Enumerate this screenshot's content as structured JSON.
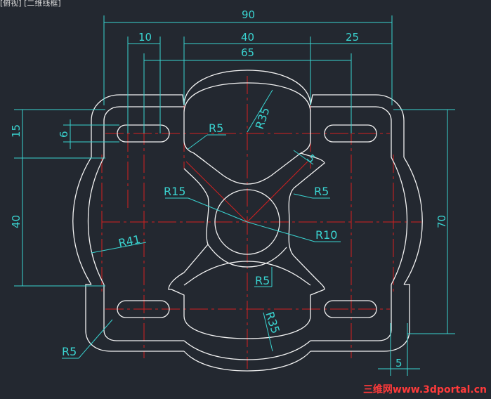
{
  "viewport_label": "[俯视] [二维线框]",
  "dimensions": {
    "overall_width": "90",
    "slot_width": "10",
    "center_span": "40",
    "right_offset": "25",
    "slot_span": "65",
    "top_band": "15",
    "slot_height": "6",
    "middle_band": "40",
    "overall_height": "70",
    "bottom_offset": "5",
    "gap_5": "5"
  },
  "radii": {
    "r35_top": "R35",
    "r5_top": "R5",
    "r15": "R15",
    "r5_right": "R5",
    "r10": "R10",
    "r41": "R41",
    "r5_center": "R5",
    "r35_bottom": "R35",
    "r5_corner": "R5"
  },
  "watermark": "三维网www.3dportal.cn",
  "colors": {
    "background": "#232830",
    "outline": "#f2f2f2",
    "dimension": "#3ad3d0",
    "centerline": "#d42020"
  }
}
